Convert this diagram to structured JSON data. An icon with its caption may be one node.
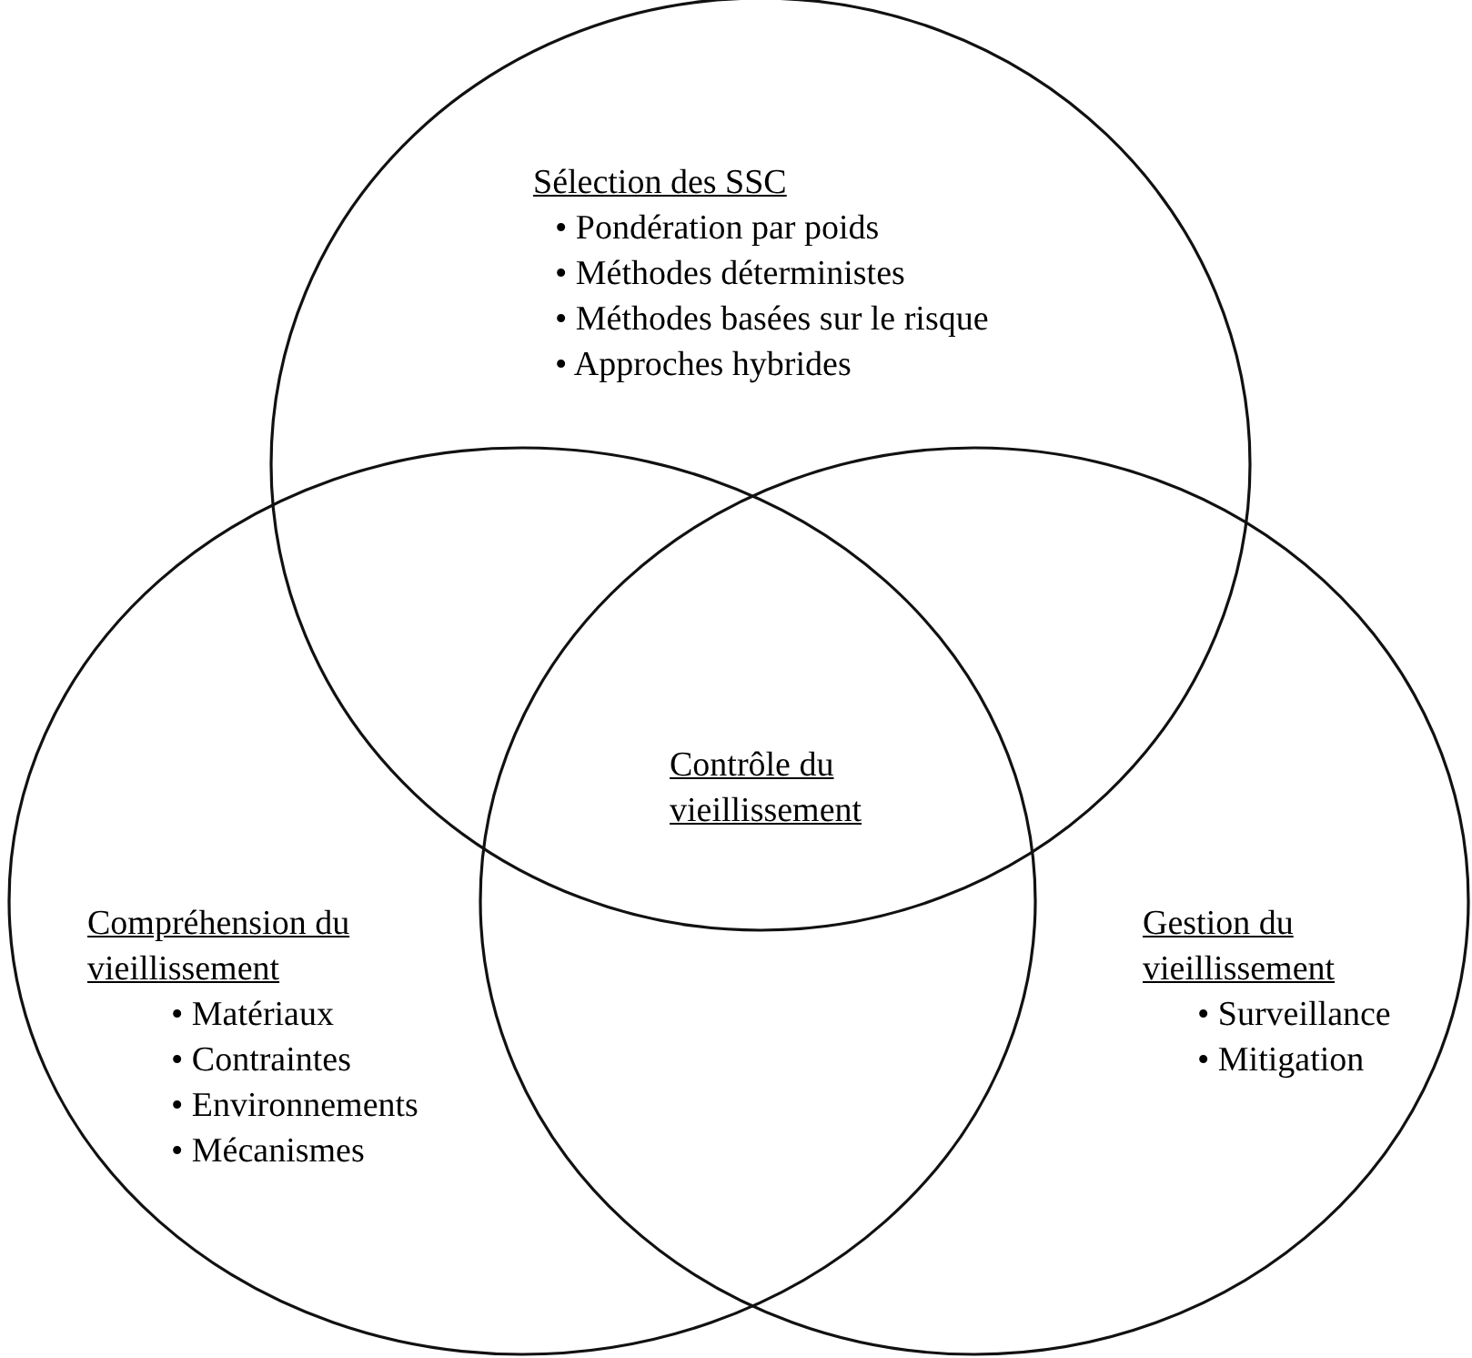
{
  "diagram": {
    "nodes": [
      {
        "text": [
          "Sélection des SSC",
          "• Pondération par poids",
          "• Méthodes déterministes",
          "• Méthodes basées sur le risque",
          "• Approches hybrides"
        ]
      },
      {
        "text": [
          "Compréhension du vieillissement",
          "• Matériaux",
          "• Contraintes",
          "• Environnements",
          "• Mécanismes"
        ]
      },
      {
        "text": [
          "Gestion du vieillissement",
          "• Surveillance",
          "• Mitigation"
        ]
      }
    ],
    "labels": [
      "Contrôle du vieillissement"
    ]
  }
}
